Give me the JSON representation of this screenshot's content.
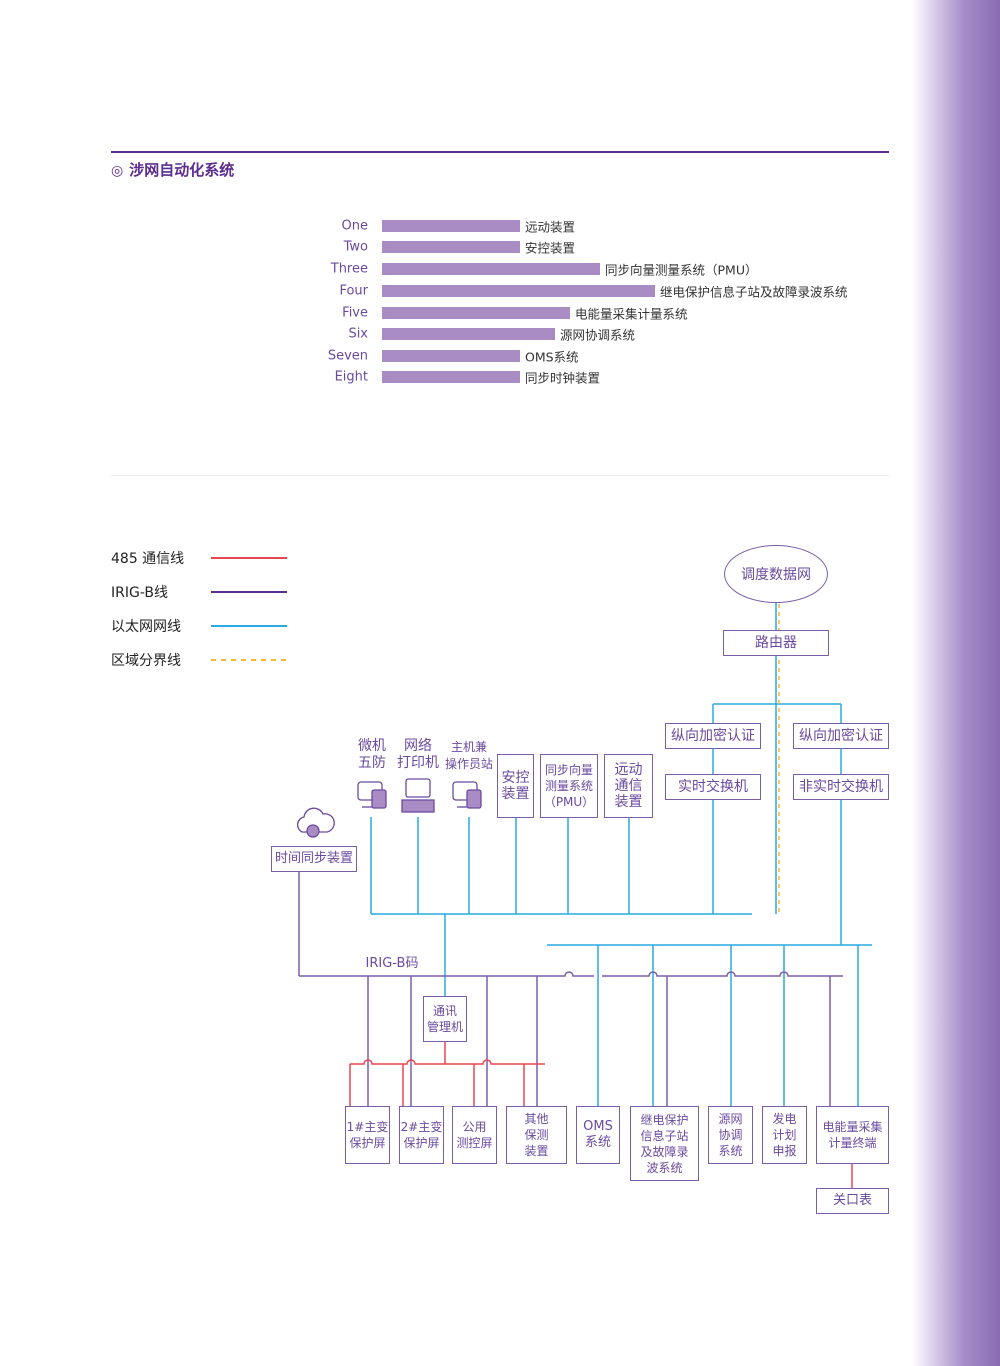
{
  "section": {
    "title": "涉网自动化系统",
    "icon": "double-circle-icon"
  },
  "chart_data": {
    "type": "bar",
    "orientation": "horizontal",
    "title": "",
    "xlabel": "",
    "ylabel": "",
    "categories": [
      "One",
      "Two",
      "Three",
      "Four",
      "Five",
      "Six",
      "Seven",
      "Eight"
    ],
    "values": [
      138,
      138,
      218,
      273,
      188,
      173,
      138,
      138
    ],
    "value_labels": [
      "远动装置",
      "安控装置",
      "同步向量测量系统（PMU）",
      "继电保护信息子站及故障录波系统",
      "电能量采集计量系统",
      "源网协调系统",
      "OMS系统",
      "同步时钟装置"
    ],
    "xlim": [
      0,
      300
    ],
    "grid": false,
    "color": "#a98cc4"
  },
  "legend": [
    {
      "label": "485 通信线",
      "color": "#e8474f",
      "style": "solid"
    },
    {
      "label": "IRIG-B线",
      "color": "#5b2d8e",
      "style": "solid"
    },
    {
      "label": "以太网网线",
      "color": "#29aae1",
      "style": "solid"
    },
    {
      "label": "区域分界线",
      "color": "#f5b82e",
      "style": "dashed"
    }
  ],
  "diagram": {
    "network": "调度数据网",
    "router": "路由器",
    "enc1": "纵向加密认证",
    "enc2": "纵向加密认证",
    "sw1": "实时交换机",
    "sw2": "非实时交换机",
    "pc1": "微机\n五防",
    "pc2": "网络\n打印机",
    "pc3": "主机兼\n操作员站",
    "ak": "安控\n装置",
    "pmu": "同步向量\n测量系统\n（PMU）",
    "yd": "远动\n通信\n装置",
    "time": "时间同步装置",
    "irig": "IRIG-B码",
    "comm": "通讯\n管理机",
    "b1": "1#主变\n保护屏",
    "b2": "2#主变\n保护屏",
    "b3": "公用\n测控屏",
    "b4": "其他\n保测\n装置",
    "b5": "OMS\n系统",
    "b6": "继电保护\n信息子站\n及故障录\n波系统",
    "b7": "源网\n协调\n系统",
    "b8": "发电\n计划\n申报",
    "b9": "电能量采集\n计量终端",
    "b10": "关口表"
  }
}
